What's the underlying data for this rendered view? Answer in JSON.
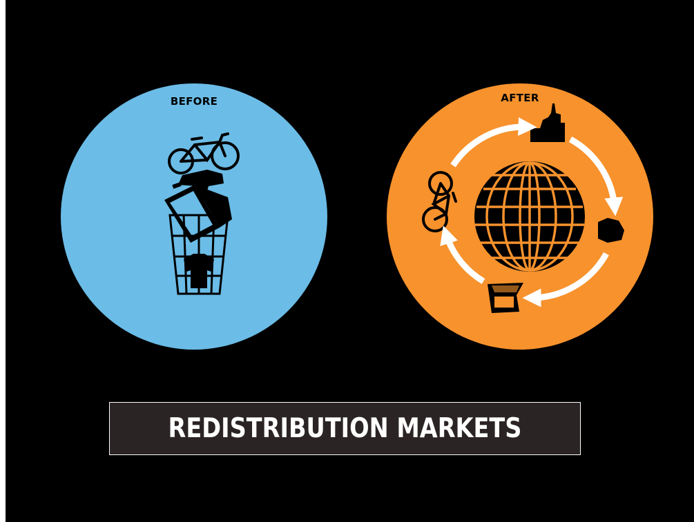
{
  "diagram": {
    "background_color": "#000000",
    "before": {
      "label": "BEFORE",
      "circle_color": "#6bbce6",
      "icons": [
        "bicycle-icon",
        "drill-icon",
        "laptop-icon",
        "trash-basket-icon",
        "shirt-icon"
      ]
    },
    "after": {
      "label": "AFTER",
      "circle_color": "#f7922d",
      "icons": [
        "building-icon",
        "globe-icon",
        "shoe-icon",
        "laptop-icon",
        "bicycle-icon"
      ],
      "arrow_color": "#ffffff"
    },
    "banner": {
      "text": "REDISTRIBUTION MARKETS",
      "background": "#2b2424"
    }
  }
}
